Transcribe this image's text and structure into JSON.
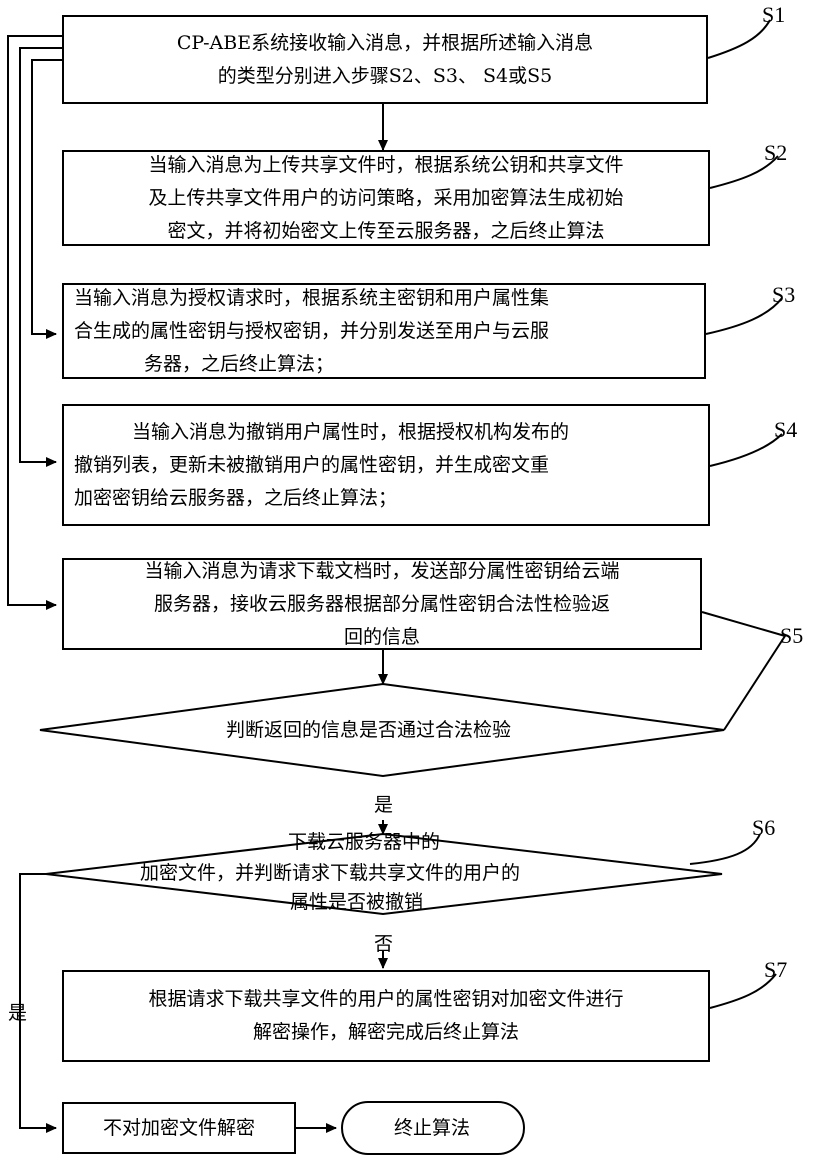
{
  "steps": {
    "s1": {
      "line1": "CP-ABE系统接收输入消息，并根据所述输入消息",
      "line2": "的类型分别进入步骤S2、S3、 S4或S5",
      "label": "S1"
    },
    "s2": {
      "line1": "当输入消息为上传共享文件时，根据系统公钥和共享文件",
      "line2": "及上传共享文件用户的访问策略，采用加密算法生成初始",
      "line3": "密文，并将初始密文上传至云服务器，之后终止算法",
      "label": "S2"
    },
    "s3": {
      "line1": "当输入消息为授权请求时，根据系统主密钥和用户属性集",
      "line2": "合生成的属性密钥与授权密钥，并分别发送至用户与云服",
      "line3": "务器，之后终止算法；",
      "label": "S3"
    },
    "s4": {
      "line1": "当输入消息为撤销用户属性时，根据授权机构发布的",
      "line2": "撤销列表，更新未被撤销用户的属性密钥，并生成密文重",
      "line3": "加密密钥给云服务器，之后终止算法；",
      "label": "S4"
    },
    "s5": {
      "line1": "当输入消息为请求下载文档时，发送部分属性密钥给云端",
      "line2": "服务器，接收云服务器根据部分属性密钥合法性检验返",
      "line3": "回的信息",
      "label": "S5"
    },
    "d1": {
      "text": "判断返回的信息是否通过合法检验"
    },
    "d2": {
      "line1": "下载云服务器中的",
      "line2": "加密文件，并判断请求下载共享文件的用户的",
      "line3": "属性是否被撤销",
      "label": "S6"
    },
    "s7": {
      "line1": "根据请求下载共享文件的用户的属性密钥对加密文件进行",
      "line2": "解密操作，解密完成后终止算法",
      "label": "S7"
    },
    "no_decrypt": {
      "text": "不对加密文件解密"
    },
    "end": {
      "text": "终止算法"
    }
  },
  "decisions": {
    "yes_1": "是",
    "no_2": "否",
    "yes_2": "是"
  }
}
